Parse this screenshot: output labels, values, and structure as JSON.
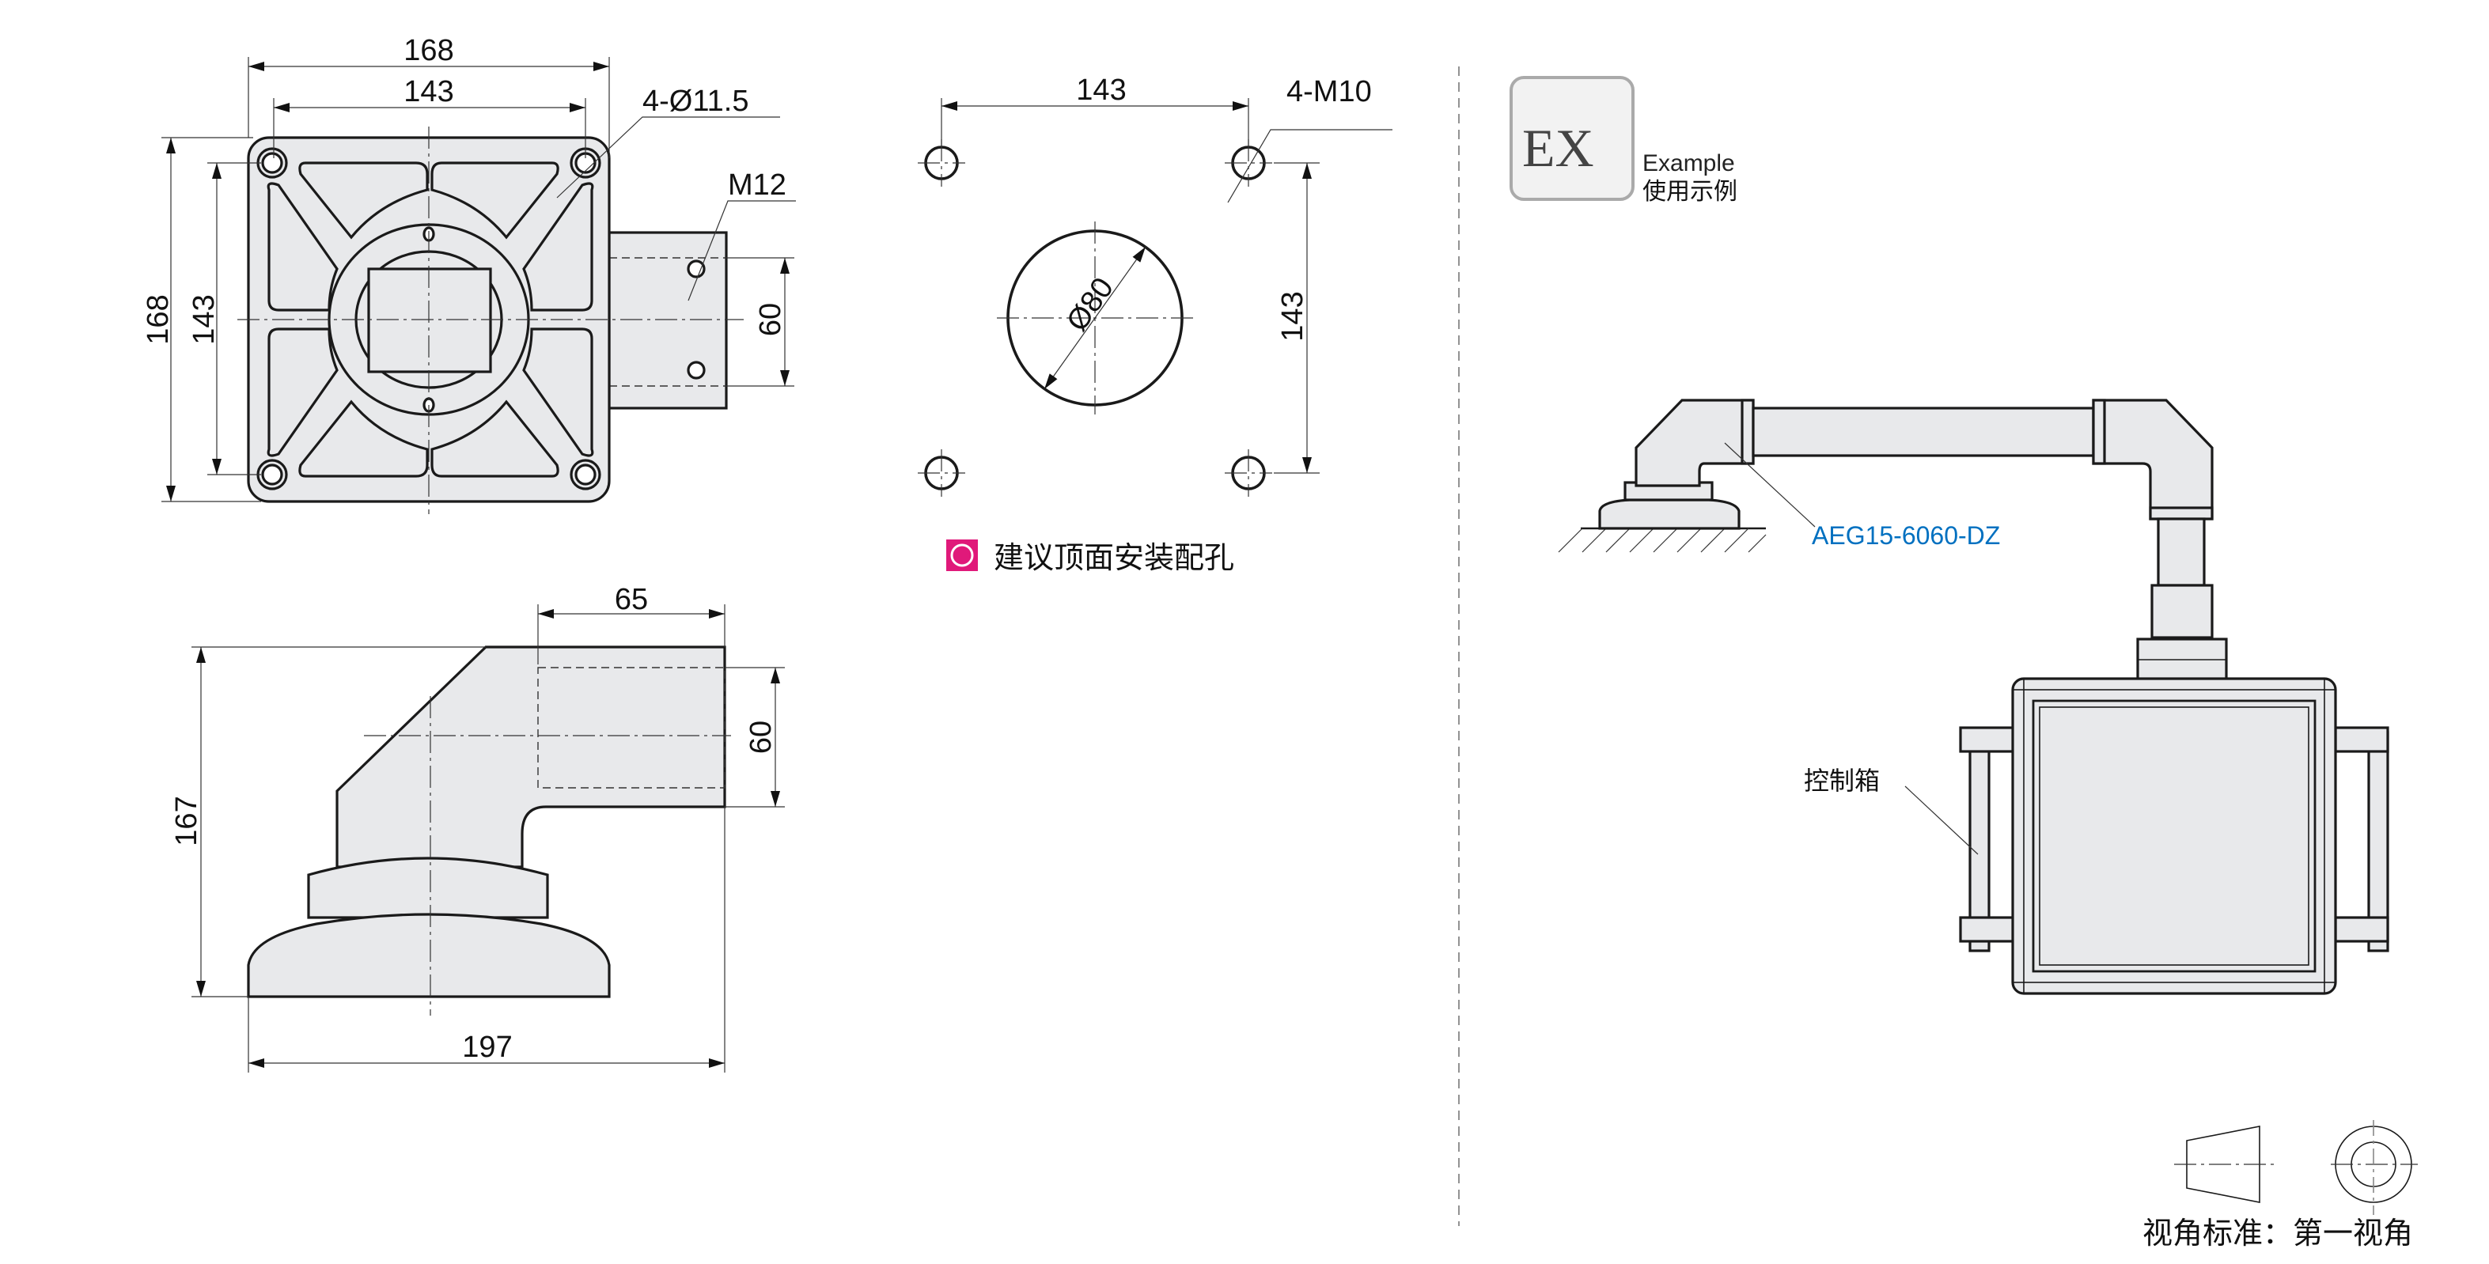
{
  "top_view": {
    "dim_width_outer": "168",
    "dim_width_inner": "143",
    "dim_height_outer": "168",
    "dim_height_inner": "143",
    "dim_arm_height": "60",
    "hole_callout": "4-Ø11.5",
    "thread_callout": "M12"
  },
  "side_view": {
    "dim_arm_length": "65",
    "dim_arm_height": "60",
    "dim_total_height": "167",
    "dim_total_length": "197"
  },
  "mounting_pattern": {
    "dim_width": "143",
    "dim_height": "143",
    "hole_callout": "4-M10",
    "center_diameter": "Ø80",
    "legend_text": "建议顶面安装配孔",
    "legend_color": "#e0197a"
  },
  "example": {
    "badge_text": "EX",
    "title_en": "Example",
    "title_cn": "使用示例",
    "part_label": "AEG15-6060-DZ",
    "part_label_color": "#0070c0",
    "box_label": "控制箱"
  },
  "projection": {
    "label": "视角标准：第一视角"
  }
}
